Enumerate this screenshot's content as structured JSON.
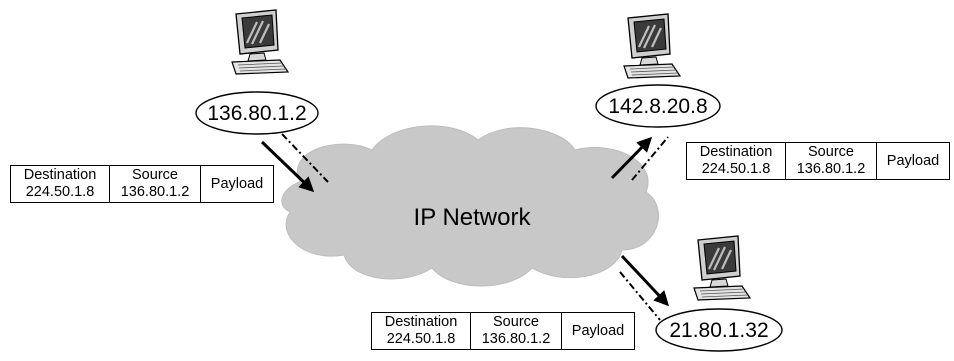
{
  "network": {
    "label": "IP Network"
  },
  "hosts": [
    {
      "id": "sender",
      "ip": "136.80.1.2",
      "icon": "computer-icon"
    },
    {
      "id": "receiver-1",
      "ip": "142.8.20.8",
      "icon": "computer-icon"
    },
    {
      "id": "receiver-2",
      "ip": "21.80.1.32",
      "icon": "computer-icon"
    }
  ],
  "packets": [
    {
      "id": "packet-sent",
      "headers": {
        "destination": "Destination",
        "source": "Source",
        "payload": "Payload"
      },
      "destination": "224.50.1.8",
      "source": "136.80.1.2"
    },
    {
      "id": "packet-to-receiver-1",
      "headers": {
        "destination": "Destination",
        "source": "Source",
        "payload": "Payload"
      },
      "destination": "224.50.1.8",
      "source": "136.80.1.2"
    },
    {
      "id": "packet-to-receiver-2",
      "headers": {
        "destination": "Destination",
        "source": "Source",
        "payload": "Payload"
      },
      "destination": "224.50.1.8",
      "source": "136.80.1.2"
    }
  ]
}
